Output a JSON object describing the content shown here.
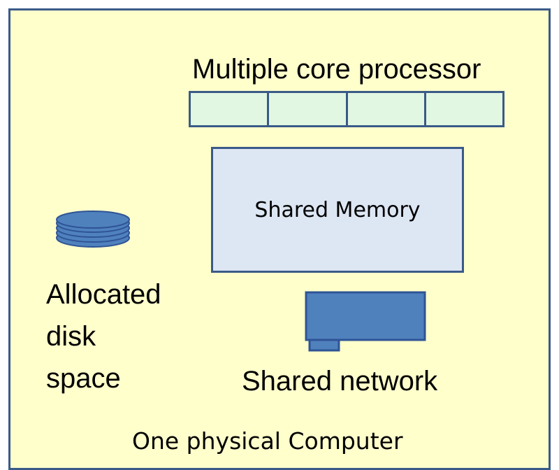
{
  "diagram": {
    "processor_label": "Multiple core processor",
    "cores": [
      "",
      "",
      "",
      ""
    ],
    "memory_label": "Shared Memory",
    "disk_label": [
      "Allocated",
      "disk",
      "space"
    ],
    "network_label": "Shared network",
    "computer_label": "One physical Computer",
    "disk_icon": "disk-stack-icon",
    "network_icon": "network-card-icon",
    "colors": {
      "background": "#ffffcc",
      "border": "#3a5a88",
      "cores_fill": "#e2f7e2",
      "memory_fill": "#dde6f3",
      "icon_fill": "#4f81bd"
    }
  }
}
